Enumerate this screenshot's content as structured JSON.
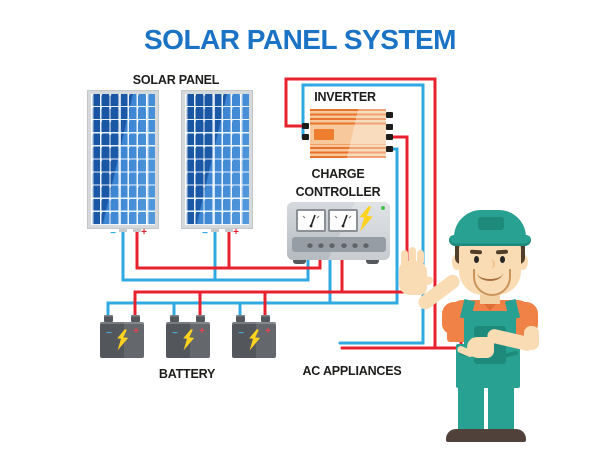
{
  "title": "SOLAR PANEL SYSTEM",
  "labels": {
    "solar_panel": "SOLAR PANEL",
    "inverter": "INVERTER",
    "charge_controller_line1": "CHARGE",
    "charge_controller_line2": "CONTROLLER",
    "battery": "BATTERY",
    "ac_appliances": "AC APPLIANCES"
  },
  "symbols": {
    "minus": "−",
    "plus": "+"
  },
  "components": {
    "solar_panel_count": 2,
    "battery_count": 3,
    "controller_meter_count": 2,
    "controller_terminal_dots": 6
  },
  "connections": [
    {
      "from": "solar-panels",
      "to": "charge-controller",
      "wires": [
        "negative-blue",
        "positive-red"
      ]
    },
    {
      "from": "charge-controller",
      "to": "batteries",
      "wires": [
        "negative-blue",
        "positive-red"
      ]
    },
    {
      "from": "batteries",
      "to": "inverter",
      "wires": [
        "negative-blue",
        "positive-red"
      ]
    },
    {
      "from": "inverter",
      "to": "ac-appliances",
      "wires": [
        "red",
        "blue"
      ]
    }
  ],
  "icons": {
    "battery_bolt": "lightning-bolt",
    "controller_bolt": "lightning-bolt",
    "controller_led": "green-led",
    "meter": "analog-gauge",
    "technician": "worker-cartoon"
  },
  "colors": {
    "title_blue": "#1a73c4",
    "wire_red": "#e8212e",
    "wire_blue": "#2fa9e1",
    "panel_blue_dark": "#17539f",
    "panel_blue_light": "#549adc",
    "inverter_orange": "#ef7d2e",
    "controller_gray": "#c7cbd0",
    "battery_gray": "#54585c",
    "bolt_yellow": "#ffd21f",
    "technician_teal": "#28a092",
    "shirt_orange": "#f08247",
    "skin": "#f9dcb3"
  }
}
